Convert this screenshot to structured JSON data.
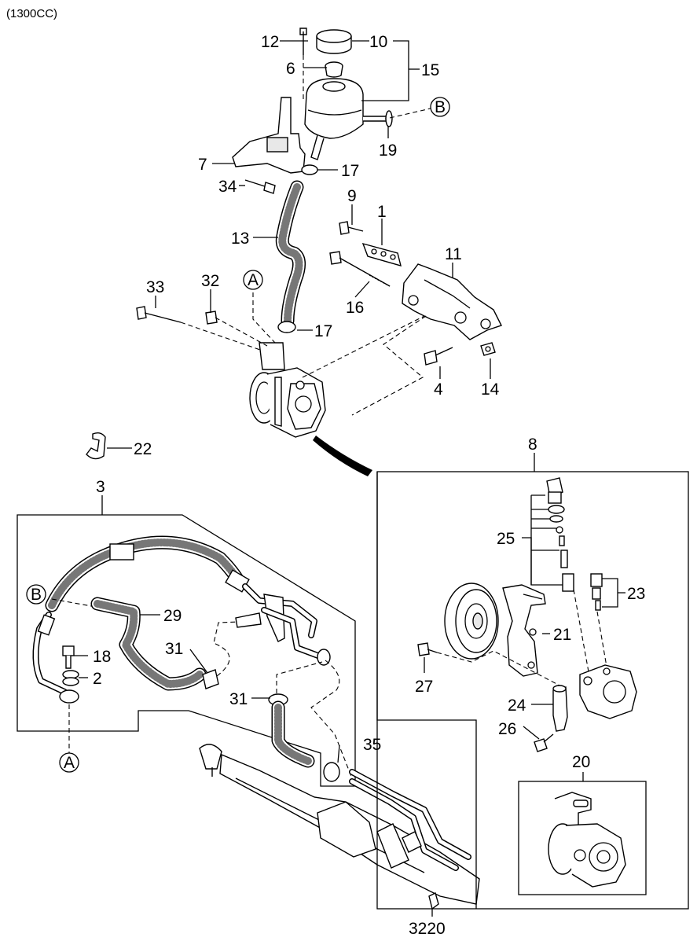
{
  "header": "(1300CC)",
  "callouts": {
    "c12": "12",
    "c10": "10",
    "c6": "6",
    "c15": "15",
    "c19": "19",
    "c7": "7",
    "c17a": "17",
    "c34": "34",
    "c9": "9",
    "c1": "1",
    "c13": "13",
    "c11": "11",
    "c33": "33",
    "c32": "32",
    "c16": "16",
    "c17b": "17",
    "c4": "4",
    "c14": "14",
    "c22": "22",
    "c8": "8",
    "c3": "3",
    "c25": "25",
    "c23": "23",
    "c29": "29",
    "c18": "18",
    "c21": "21",
    "c31a": "31",
    "c2": "2",
    "c27": "27",
    "c31b": "31",
    "c24": "24",
    "c26": "26",
    "c35": "35",
    "c20": "20",
    "c3220": "3220"
  },
  "markers": {
    "b_top": "B",
    "a_top": "A",
    "b_left": "B",
    "a_bottom": "A"
  }
}
